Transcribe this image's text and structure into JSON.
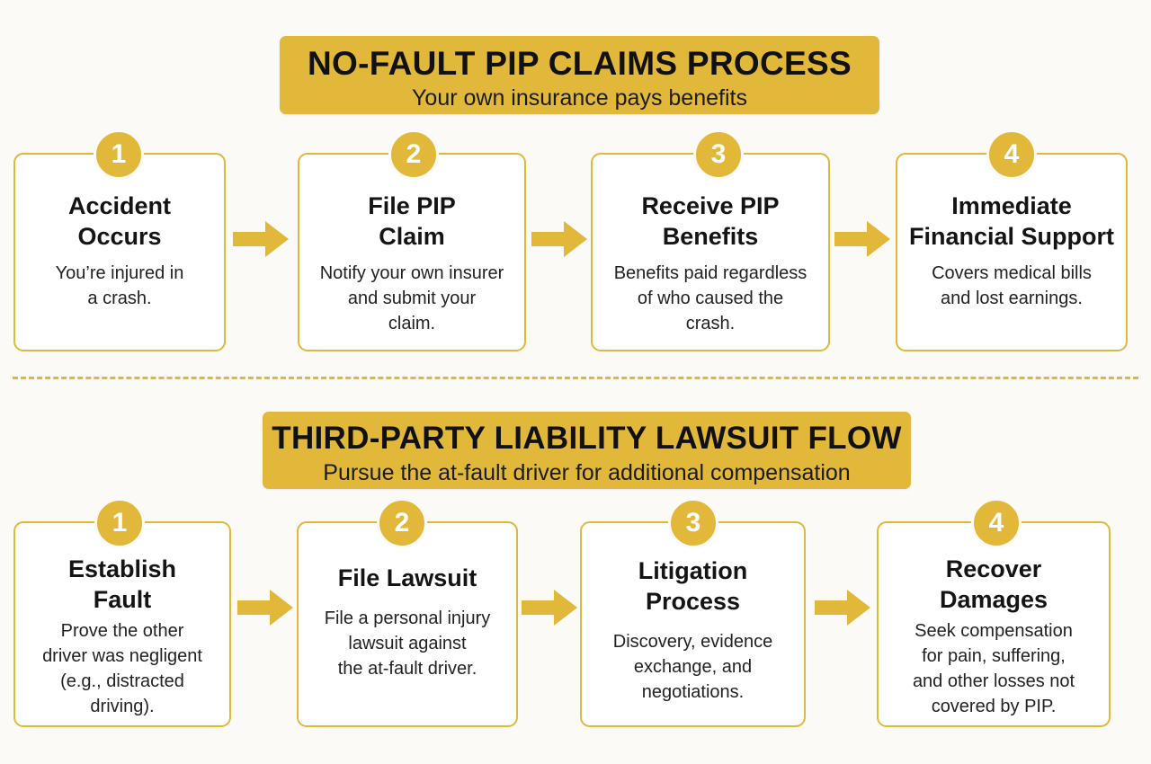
{
  "pip": {
    "title": "NO-FAULT PIP CLAIMS PROCESS",
    "subtitle": "Your own insurance pays benefits",
    "steps": [
      {
        "number": "1",
        "title_lines": [
          "Accident",
          "Occurs"
        ],
        "desc_lines": [
          "You’re injured in",
          "a crash."
        ]
      },
      {
        "number": "2",
        "title_lines": [
          "File PIP",
          "Claim"
        ],
        "desc_lines": [
          "Notify your own insurer",
          "and submit your",
          "claim."
        ]
      },
      {
        "number": "3",
        "title_lines": [
          "Receive PIP",
          "Benefits"
        ],
        "desc_lines": [
          "Benefits paid regardless",
          "of who caused the",
          "crash."
        ]
      },
      {
        "number": "4",
        "title_lines": [
          "Immediate",
          "Financial Support"
        ],
        "desc_lines": [
          "Covers medical bills",
          "and lost earnings."
        ]
      }
    ]
  },
  "lawsuit": {
    "title": "THIRD-PARTY LIABILITY LAWSUIT FLOW",
    "subtitle": "Pursue the at-fault driver for additional compensation",
    "steps": [
      {
        "number": "1",
        "title_lines": [
          "Establish",
          "Fault"
        ],
        "desc_lines": [
          "Prove the other",
          "driver was negligent",
          "(e.g., distracted",
          "driving)."
        ]
      },
      {
        "number": "2",
        "title_lines": [
          "File Lawsuit"
        ],
        "desc_lines": [
          "File a personal injury",
          "lawsuit against",
          "the at-fault driver."
        ]
      },
      {
        "number": "3",
        "title_lines": [
          "Litigation",
          "Process"
        ],
        "desc_lines": [
          "Discovery, evidence",
          "exchange, and",
          "negotiations."
        ]
      },
      {
        "number": "4",
        "title_lines": [
          "Recover",
          "Damages"
        ],
        "desc_lines": [
          "Seek compensation",
          "for pain, suffering,",
          "and other losses not",
          "covered by PIP."
        ]
      }
    ]
  },
  "colors": {
    "accent": "#e2b83a",
    "background": "#fbfaf7",
    "text": "#141414"
  },
  "icons": {
    "connector": "right-arrow-icon"
  }
}
